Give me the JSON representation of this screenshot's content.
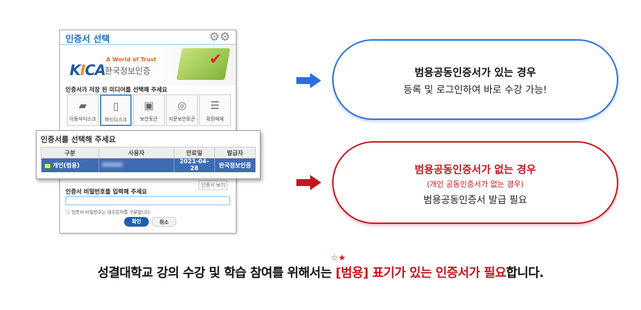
{
  "window": {
    "title": "인증서 선택",
    "brand_logo": "KICA",
    "brand_tagline": "A World of Trust",
    "brand_name": "한국정보인증",
    "media_label": "인증서가 저장 된 미디어를 선택해 주세요",
    "media": [
      {
        "label": "이동식디스크",
        "icon": "usb-icon"
      },
      {
        "label": "하드디스크",
        "icon": "hard-disk-icon",
        "selected": true
      },
      {
        "label": "보안토큰",
        "icon": "security-token-icon"
      },
      {
        "label": "지문보안토큰",
        "icon": "fingerprint-icon"
      },
      {
        "label": "확장매체",
        "icon": "list-icon"
      }
    ],
    "view_cert": "인증서 보기",
    "password_label": "인증서 비밀번호를 입력해 주세요",
    "password_value": "",
    "note": "인증서 비밀번호는 대소문자를 구분합니다.",
    "ok": "확인",
    "cancel": "취소"
  },
  "popup": {
    "title": "인증서를 선택해 주세요",
    "columns": [
      "구분",
      "사용자",
      "만료일",
      "발급자"
    ],
    "rows": [
      {
        "type": "개인(범용)",
        "user": "",
        "expiry": "2021-04-28",
        "issuer": "한국정보인증"
      }
    ]
  },
  "cases": {
    "have": {
      "title": "범용공동인증서가 있는 경우",
      "desc": "등록 및 로그인하여 바로 수강 가능!",
      "color": "#2a6fe0"
    },
    "none": {
      "title": "범용공동인증서가 없는 경우",
      "sub": "(개인 공동인증서가 없는 경우)",
      "desc": "범용공동인증서 발급 필요",
      "color": "#c8141e"
    }
  },
  "footer": {
    "prefix": "성결대학교 강의 수강 및 학습 참여를 위해서는 ",
    "highlight": "[범용] 표기가 있는 인증서가 필요",
    "suffix": "합니다."
  }
}
